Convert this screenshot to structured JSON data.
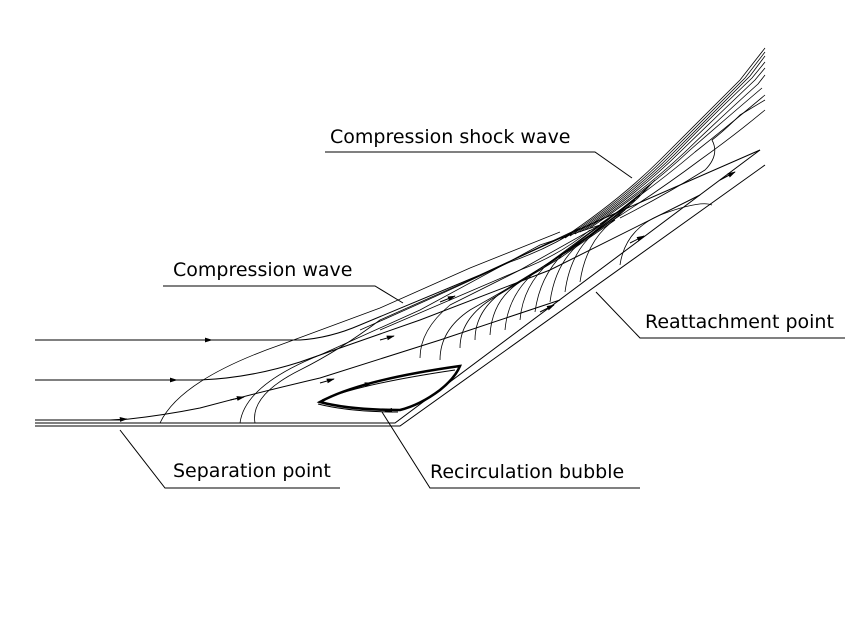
{
  "labels": {
    "compression_shock_wave": "Compression shock wave",
    "compression_wave": "Compression wave",
    "reattachment_point": "Reattachment point",
    "separation_point": "Separation point",
    "recirculation_bubble": "Recirculation bubble"
  },
  "colors": {
    "ink": "#000000",
    "background": "#ffffff"
  }
}
